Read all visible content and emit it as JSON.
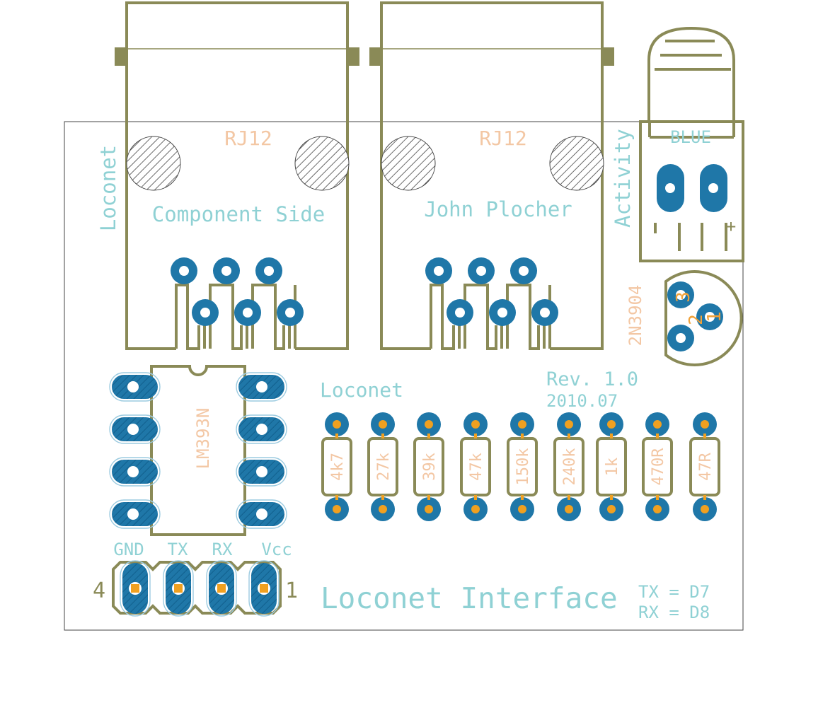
{
  "board": {
    "colors": {
      "silkscreen": "#8a8a57",
      "copper_pad": "#1f77a8",
      "top_text": "#8fd1d4",
      "value_text": "#f3c7a4",
      "drill": "#f0a020"
    },
    "texts": {
      "rj12_left": "RJ12",
      "rj12_right": "RJ12",
      "loconet_vertical": "Loconet",
      "component_side": "Component Side",
      "author": "John Plocher",
      "activity_vertical": "Activity",
      "led_color": "BLUE",
      "led_plus": "+",
      "transistor": "2N3904",
      "transistor_pin_1": "1",
      "transistor_pin_2": "2",
      "transistor_pin_3": "3",
      "revision": "Rev. 1.0",
      "date": "2010.07",
      "loconet_label": "Loconet",
      "ic": "LM393N",
      "header_gnd": "GND",
      "header_tx": "TX",
      "header_rx": "RX",
      "header_vcc": "Vcc",
      "header_pin_4": "4",
      "header_pin_1": "1",
      "title": "Loconet Interface",
      "tx_map": "TX = D7",
      "rx_map": "RX = D8"
    },
    "resistors": [
      "4k7",
      "27k",
      "39k",
      "47k",
      "150k",
      "240k",
      "1k",
      "470R",
      "47R"
    ]
  }
}
